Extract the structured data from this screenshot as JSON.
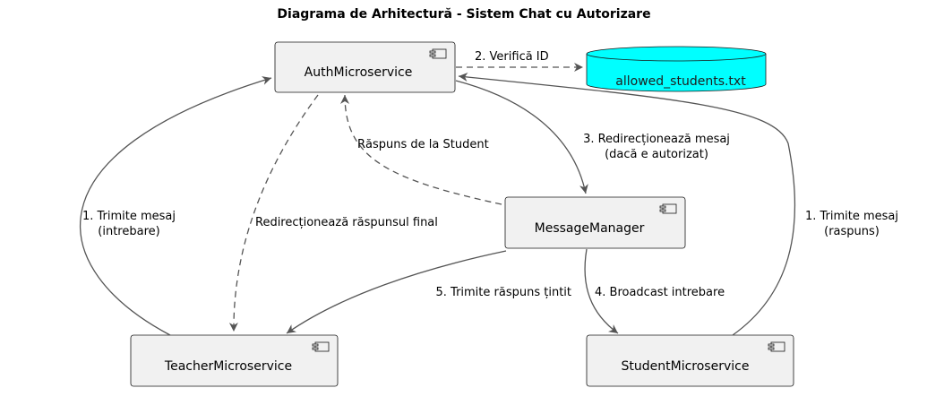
{
  "title": "Diagrama de Arhitectură - Sistem Chat cu Autorizare",
  "components": {
    "auth": "AuthMicroservice",
    "message_manager": "MessageManager",
    "teacher": "TeacherMicroservice",
    "student": "StudentMicroservice"
  },
  "database": {
    "name": "allowed_students.txt",
    "color": "#00ffff"
  },
  "edges": {
    "verify": "2. Verifică ID",
    "redirect_line1": "3. Redirecționează mesaj",
    "redirect_line2": "(dacă e autorizat)",
    "student_reply": "Răspuns de la Student",
    "final_reply": "Redirecționează răspunsul final",
    "teacher_send_line1": "1. Trimite mesaj",
    "teacher_send_line2": "(intrebare)",
    "student_send_line1": "1. Trimite mesaj",
    "student_send_line2": "(raspuns)",
    "targeted_reply": "5. Trimite răspuns țintit",
    "broadcast": "4. Broadcast intrebare"
  },
  "colors": {
    "box_fill": "#f1f1f1",
    "box_stroke": "#181818",
    "arrow": "#555555"
  }
}
